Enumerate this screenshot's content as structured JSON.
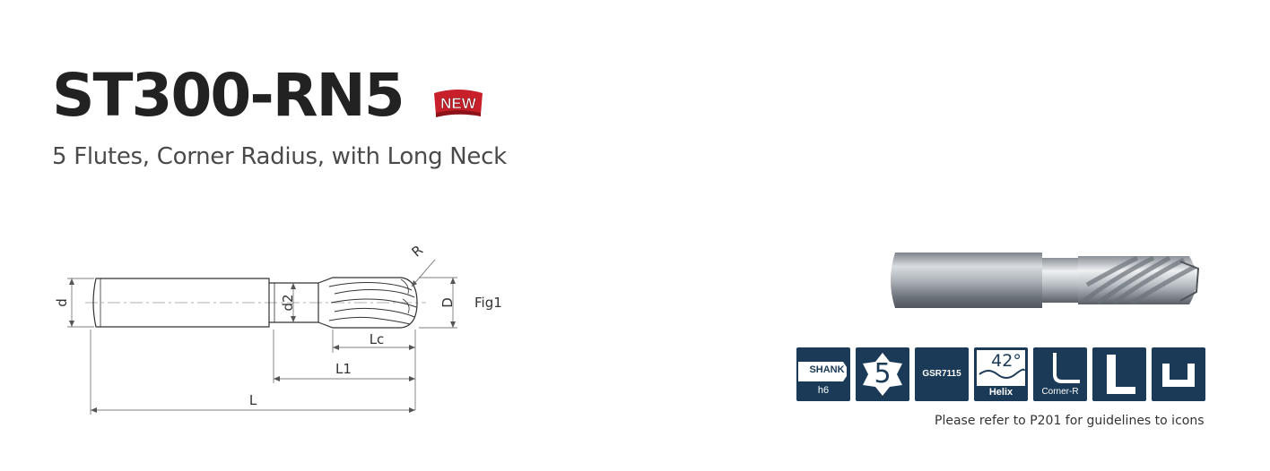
{
  "product": {
    "model": "ST300-RN5",
    "badge": "NEW",
    "subtitle": "5 Flutes, Corner Radius, with Long Neck"
  },
  "drawing": {
    "labels": {
      "d": "d",
      "d2": "d2",
      "D": "D",
      "R": "R",
      "Lc": "Lc",
      "L1": "L1",
      "L": "L",
      "fig": "Fig1"
    }
  },
  "icons": [
    {
      "name": "shank-h6",
      "top": "SHANK",
      "bottom": "h6"
    },
    {
      "name": "flutes",
      "value": "5"
    },
    {
      "name": "grade",
      "text": "GSR7115"
    },
    {
      "name": "helix",
      "value": "42°",
      "label": "Helix"
    },
    {
      "name": "corner-r",
      "label": "Corner-R"
    },
    {
      "name": "long-neck"
    },
    {
      "name": "slot"
    }
  ],
  "note": "Please refer to P201 for guidelines to icons",
  "colors": {
    "icon_bg": "#1a3a57",
    "badge_red": "#c8202a"
  }
}
